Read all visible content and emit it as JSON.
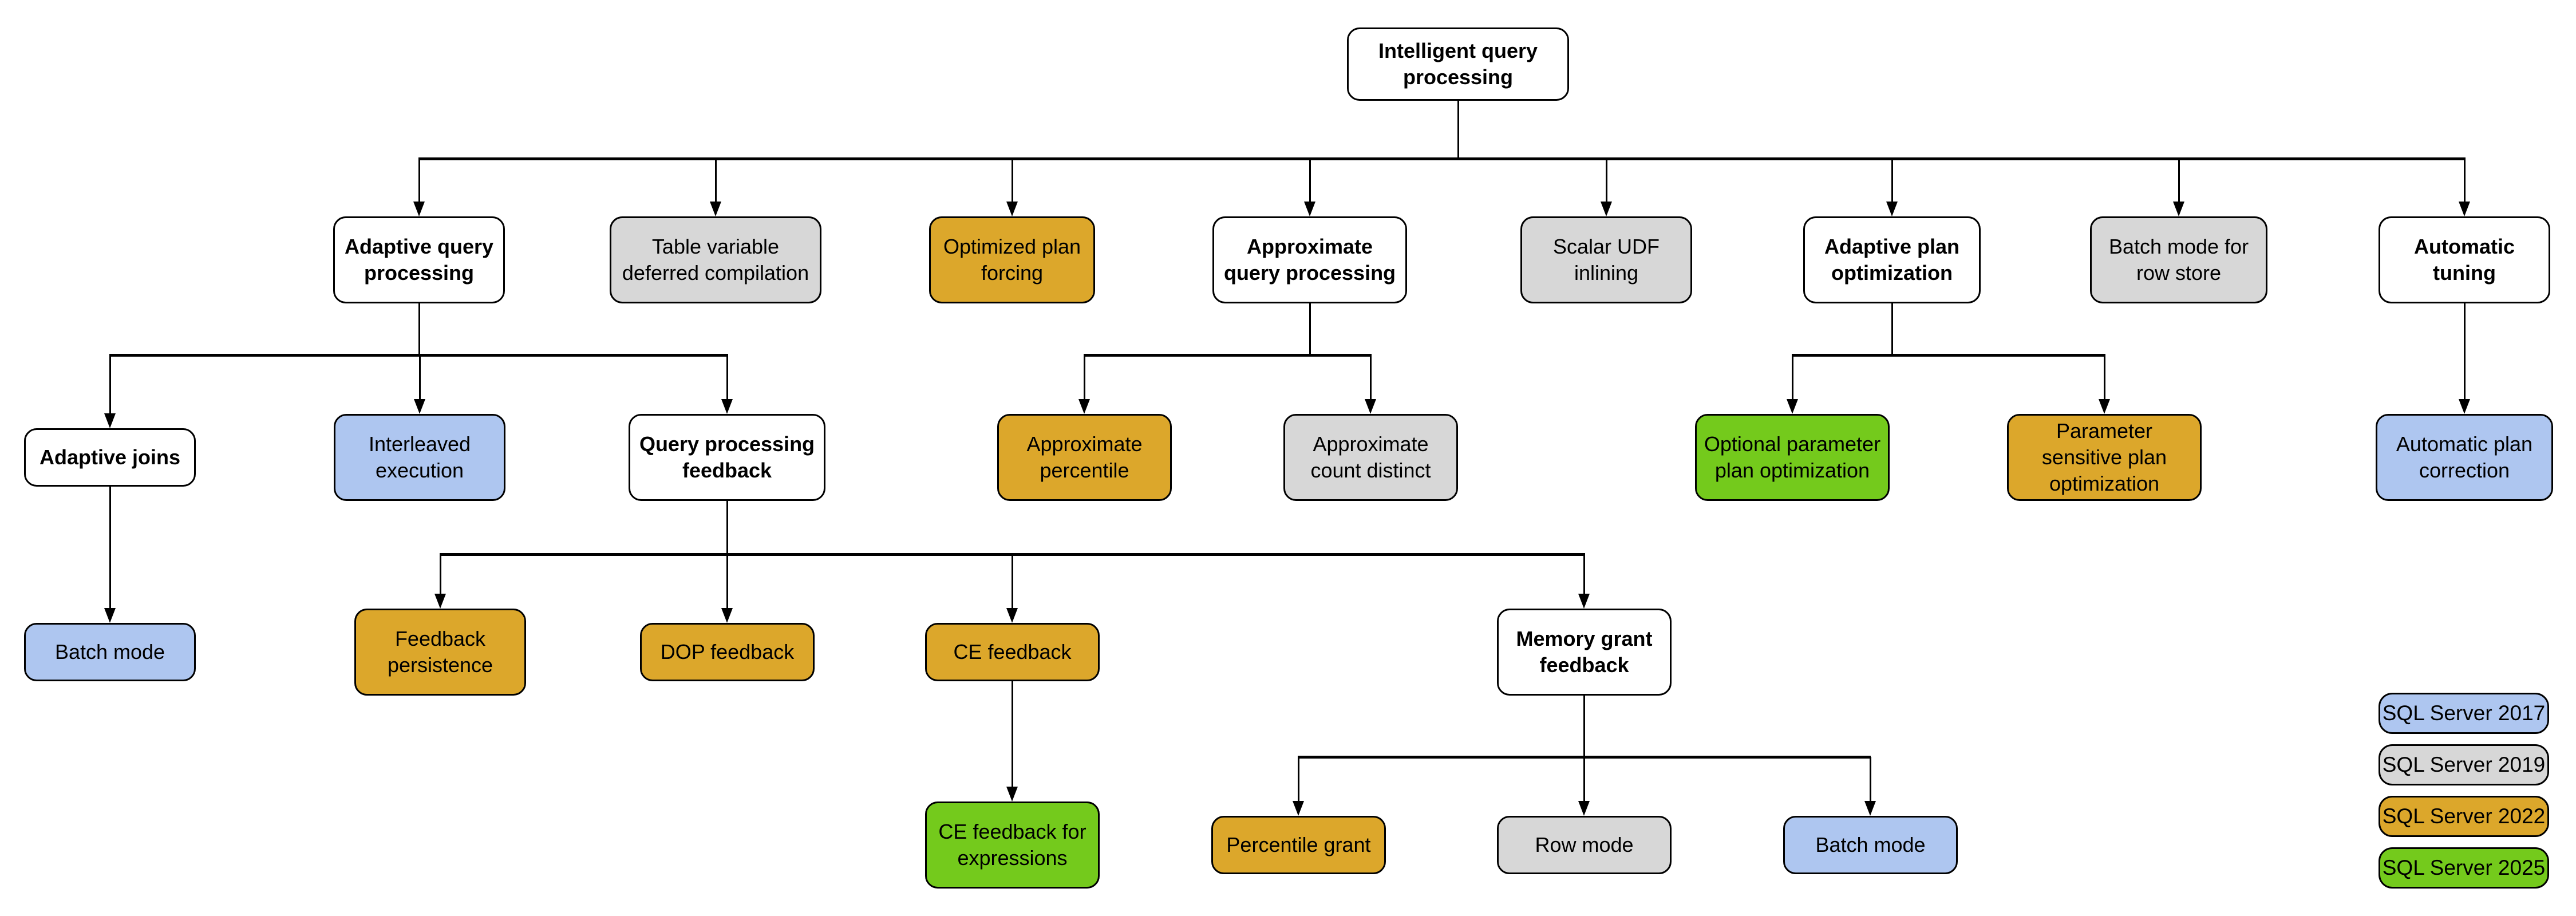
{
  "diagram": {
    "nodes": {
      "root": {
        "label": "Intelligent query processing",
        "version": "none"
      },
      "adaptive_query_processing": {
        "label": "Adaptive query processing",
        "version": "none"
      },
      "table_variable_deferred_compilation": {
        "label": "Table variable deferred compilation",
        "version": "2019"
      },
      "optimized_plan_forcing": {
        "label": "Optimized plan forcing",
        "version": "2022"
      },
      "approximate_query_processing": {
        "label": "Approximate query processing",
        "version": "none"
      },
      "scalar_udf_inlining": {
        "label": "Scalar UDF inlining",
        "version": "2019"
      },
      "adaptive_plan_optimization": {
        "label": "Adaptive plan optimization",
        "version": "none"
      },
      "batch_mode_for_row_store": {
        "label": "Batch mode for row store",
        "version": "2019"
      },
      "automatic_tuning": {
        "label": "Automatic tuning",
        "version": "none"
      },
      "adaptive_joins": {
        "label": "Adaptive joins",
        "version": "none"
      },
      "interleaved_execution": {
        "label": "Interleaved execution",
        "version": "2017"
      },
      "query_processing_feedback": {
        "label": "Query processing feedback",
        "version": "none"
      },
      "approximate_percentile": {
        "label": "Approximate percentile",
        "version": "2022"
      },
      "approximate_count_distinct": {
        "label": "Approximate count distinct",
        "version": "2019"
      },
      "optional_parameter_plan_optimization": {
        "label": "Optional parameter plan optimization",
        "version": "2025"
      },
      "parameter_sensitive_plan_optimization": {
        "label": "Parameter sensitive plan optimization",
        "version": "2022"
      },
      "automatic_plan_correction": {
        "label": "Automatic plan correction",
        "version": "2017"
      },
      "batch_mode_adaptive_joins": {
        "label": "Batch mode",
        "version": "2017"
      },
      "feedback_persistence": {
        "label": "Feedback persistence",
        "version": "2022"
      },
      "dop_feedback": {
        "label": "DOP feedback",
        "version": "2022"
      },
      "ce_feedback": {
        "label": "CE feedback",
        "version": "2022"
      },
      "memory_grant_feedback": {
        "label": "Memory grant feedback",
        "version": "none"
      },
      "ce_feedback_for_expressions": {
        "label": "CE feedback for expressions",
        "version": "2025"
      },
      "percentile_grant": {
        "label": "Percentile grant",
        "version": "2022"
      },
      "row_mode": {
        "label": "Row mode",
        "version": "2019"
      },
      "batch_mode_memory_grant": {
        "label": "Batch mode",
        "version": "2017"
      }
    },
    "legend": {
      "items": [
        {
          "label": "SQL Server 2017",
          "version": "2017"
        },
        {
          "label": "SQL Server 2019",
          "version": "2019"
        },
        {
          "label": "SQL Server 2022",
          "version": "2022"
        },
        {
          "label": "SQL Server 2025",
          "version": "2025"
        }
      ]
    },
    "colors": {
      "2017": "#AEC6F0",
      "2019": "#D7D7D7",
      "2022": "#DCA72B",
      "2025": "#74CA1C",
      "none": "#FFFFFF"
    }
  }
}
